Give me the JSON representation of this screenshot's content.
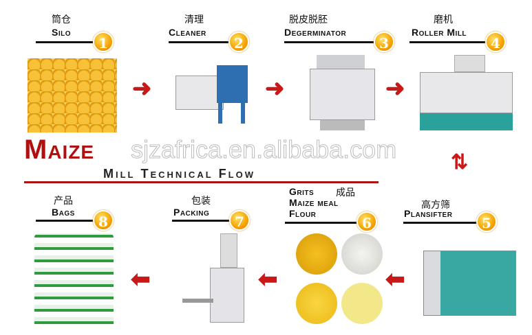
{
  "title": {
    "first": "Maize",
    "rest": "Mill Technical Flow"
  },
  "watermark": "sjzafrica.en.alibaba.com",
  "steps": [
    {
      "num": "1",
      "cn": "筒仓",
      "en": "Silo"
    },
    {
      "num": "2",
      "cn": "清理",
      "en": "Cleaner"
    },
    {
      "num": "3",
      "cn": "脱皮脱胚",
      "en": "Degerminator"
    },
    {
      "num": "4",
      "cn": "磨机",
      "en": "Roller Mill"
    },
    {
      "num": "5",
      "cn": "高方筛",
      "en": "Plansifter"
    },
    {
      "num": "6",
      "cn": "成品",
      "en1": "Grits",
      "en2": "Maize meal",
      "en3": "Flour"
    },
    {
      "num": "7",
      "cn": "包装",
      "en": "Packing"
    },
    {
      "num": "8",
      "cn": "产品",
      "en": "Bags"
    }
  ],
  "colors": {
    "accent": "#b01010",
    "badge": "#f5a300"
  }
}
